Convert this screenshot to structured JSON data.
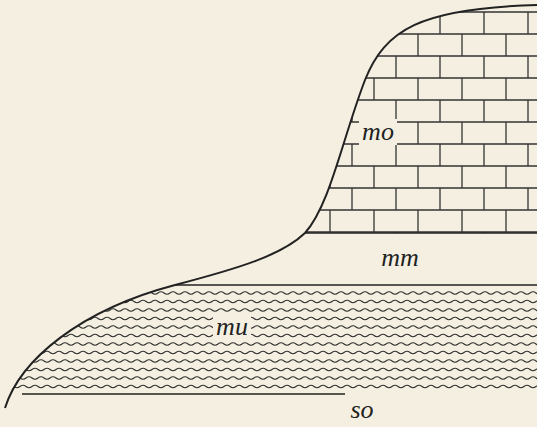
{
  "diagram": {
    "labels": [
      "mo",
      "mm",
      "mu",
      "so"
    ]
  }
}
